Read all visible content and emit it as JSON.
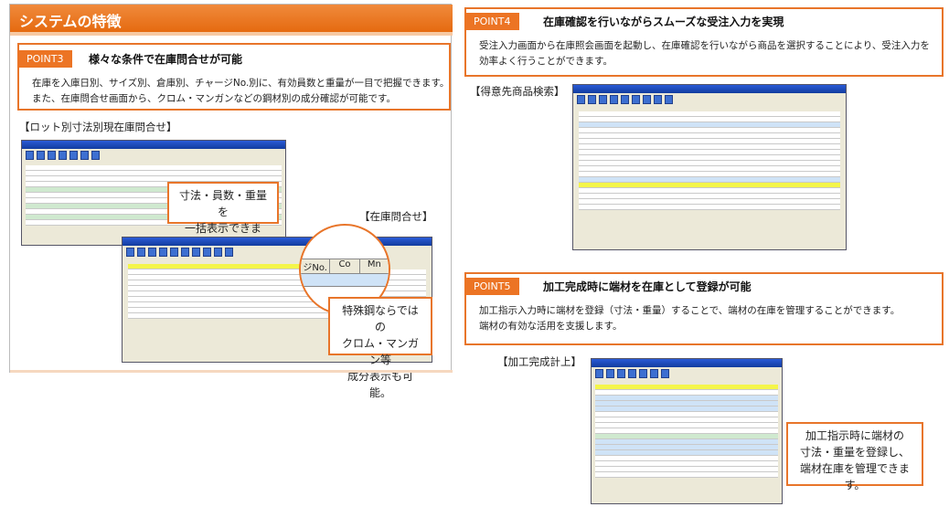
{
  "left": {
    "section_title": "システムの特徴",
    "point3": {
      "tag": "POINT3",
      "title": "様々な条件で在庫問合せが可能",
      "desc_line1": "在庫を入庫日別、サイズ別、倉庫別、チャージNo.別に、有効員数と重量が一目で把握できます。",
      "desc_line2": "また、在庫問合せ画面から、クロム・マンガンなどの鋼材別の成分確認が可能です。"
    },
    "caption_lot": "【ロット別寸法別現在庫問合せ】",
    "caption_stock": "【在庫問合せ】",
    "callout1_line1": "寸法・員数・重量を",
    "callout1_line2": "一括表示できます。",
    "zoom_headers": [
      "ジNo.",
      "Co",
      "Mn"
    ],
    "callout2_line1": "特殊鋼ならではの",
    "callout2_line2": "クロム・マンガン等",
    "callout2_line3": "成分表示も可能。"
  },
  "right": {
    "point4": {
      "tag": "POINT4",
      "title": "在庫確認を行いながらスムーズな受注入力を実現",
      "desc_line1": "受注入力画面から在庫照会画面を起動し、在庫確認を行いながら商品を選択することにより、受注入力を",
      "desc_line2": "効率よく行うことができます。"
    },
    "caption_search": "【得意先商品検索】",
    "point5": {
      "tag": "POINT5",
      "title": "加工完成時に端材を在庫として登録が可能",
      "desc_line1": "加工指示入力時に端材を登録（寸法・重量）することで、端材の在庫を管理することができます。",
      "desc_line2": "端材の有効な活用を支援します。"
    },
    "caption_complete": "【加工完成計上】",
    "callout3_line1": "加工指示時に端材の",
    "callout3_line2": "寸法・重量を登録し、",
    "callout3_line3": "端材在庫を管理できます。"
  },
  "colors": {
    "accent": "#e8752a",
    "header_gradient_top": "#f08a3c",
    "window_title_blue": "#1f4fc4"
  }
}
